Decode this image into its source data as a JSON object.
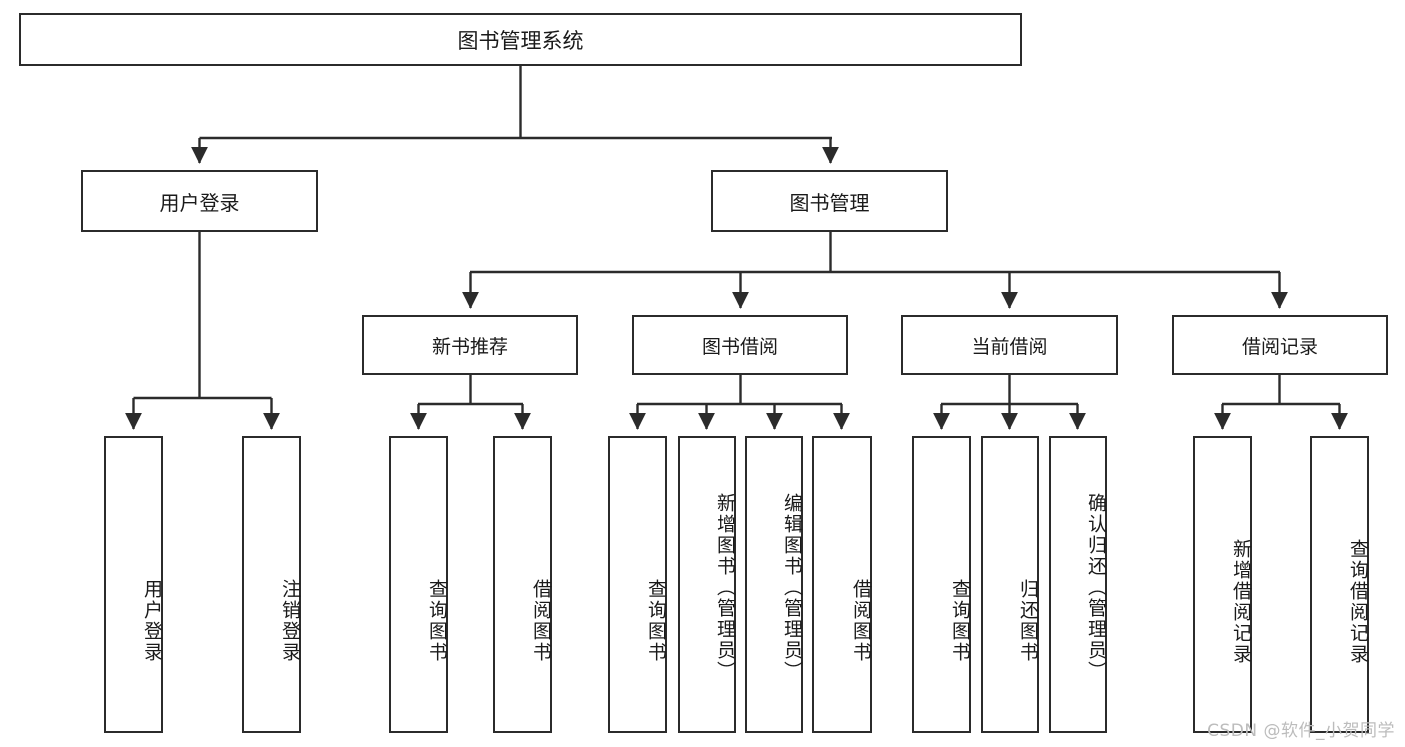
{
  "diagram": {
    "title": "图书管理系统",
    "type": "tree",
    "root": {
      "label": "图书管理系统"
    },
    "level1": [
      {
        "label": "用户登录"
      },
      {
        "label": "图书管理"
      }
    ],
    "level2": [
      {
        "label": "新书推荐",
        "parent": "图书管理"
      },
      {
        "label": "图书借阅",
        "parent": "图书管理"
      },
      {
        "label": "当前借阅",
        "parent": "图书管理"
      },
      {
        "label": "借阅记录",
        "parent": "图书管理"
      }
    ],
    "leaves": {
      "user_login": [
        {
          "label": "用户登录"
        },
        {
          "label": "注销登录"
        }
      ],
      "new_book_recommend": [
        {
          "label": "查询图书"
        },
        {
          "label": "借阅图书"
        }
      ],
      "book_borrow": [
        {
          "label": "查询图书"
        },
        {
          "label": "新增图书（管理员）"
        },
        {
          "label": "编辑图书（管理员）"
        },
        {
          "label": "借阅图书"
        }
      ],
      "current_borrow": [
        {
          "label": "查询图书"
        },
        {
          "label": "归还图书"
        },
        {
          "label": "确认归还（管理员）"
        }
      ],
      "borrow_record": [
        {
          "label": "新增借阅记录"
        },
        {
          "label": "查询借阅记录"
        }
      ]
    }
  },
  "watermark": {
    "text": "CSDN @软件_小贺同学"
  },
  "colors": {
    "stroke": "#2b2b2b",
    "background": "#ffffff",
    "text": "#1a1a1a",
    "watermark": "#bcbcbc"
  }
}
